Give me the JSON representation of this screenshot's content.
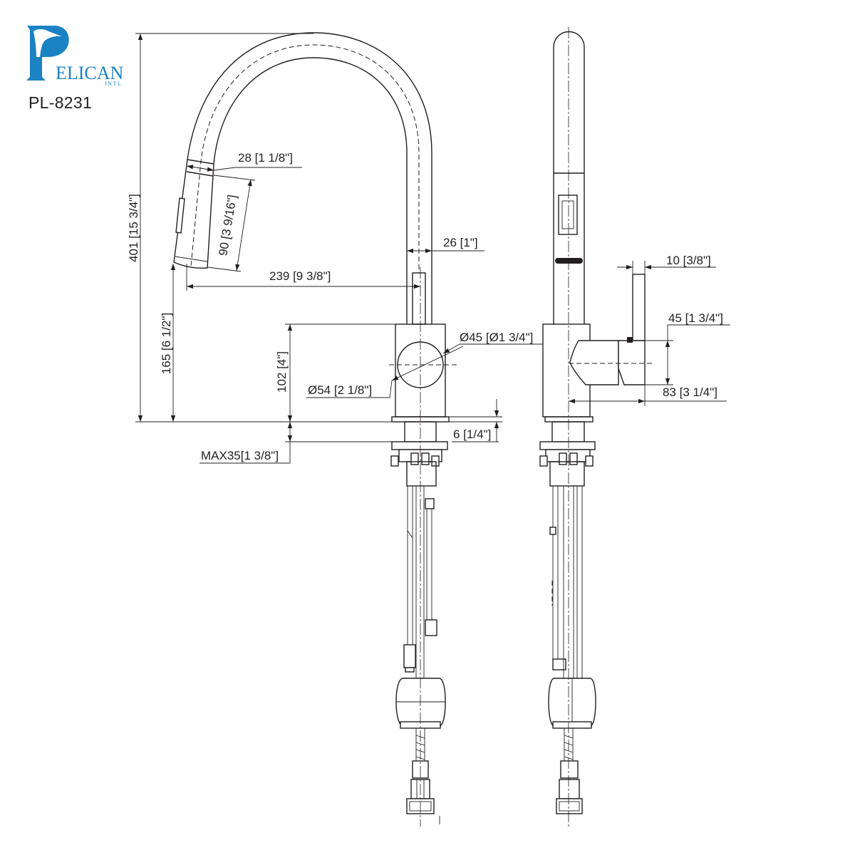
{
  "brand": {
    "name": "ELICAN",
    "sub": "INTL",
    "color": "#1b82c4"
  },
  "model": "PL-8231",
  "dimensions": {
    "spray_head_width": "28 [1 1/8\"]",
    "spray_head_length": "90 [3 9/16\"]",
    "spout_tube_diameter": "26 [1\"]",
    "spout_reach": "239 [9 3/8\"]",
    "overall_height": "401 [15 3/4\"]",
    "spout_height": "165 [6 1/2\"]",
    "body_height": "102 [4\"]",
    "body_diameter": "Ø45 [Ø1 3/4\"]",
    "base_diameter": "Ø54 [2 1/8\"]",
    "base_thickness": "6 [1/4\"]",
    "max_deck_thickness": "MAX35[1 3/8\"]",
    "lever_width": "10 [3/8\"]",
    "handle_height": "45 [1 3/4\"]",
    "handle_projection": "83 [3 1/4\"]"
  }
}
